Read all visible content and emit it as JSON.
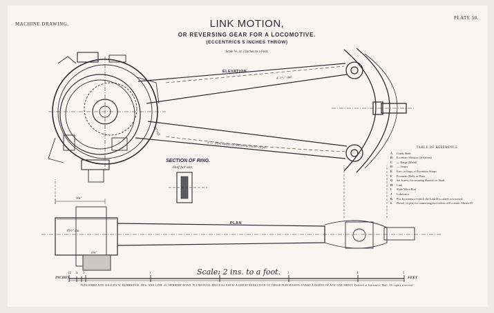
{
  "header": {
    "left": "MACHINE DRAWING.",
    "right": "PLATE 50.",
    "title": "LINK MOTION,",
    "subtitle": "OR REVERSING GEAR FOR A LOCOMOTIVE.",
    "subtitle2": "(ECCENTRICS 5 INCHES THROW)",
    "scale_note": "Scale ⅙, or 2 Inches to a Foot."
  },
  "views": {
    "elevation": "ELEVATION",
    "plan": "PLAN",
    "section_title": "SECTION OF RING.",
    "section_sub": "Half full size."
  },
  "annotations": {
    "upper_rod": "4'-1½\" rad.",
    "lower_rod": "4'-5\" from centre of Sheave to centre of pin",
    "radius_note": "10\"rad.",
    "width_dim": "9⅝\"",
    "plan_dim": "15½\" dia.",
    "plan_bottom": "6⅝\""
  },
  "reference": {
    "title": "TABLE OF REFERENCE",
    "items": [
      {
        "k": "A",
        "t": "Crank Shaft"
      },
      {
        "k": "B",
        "t": "Eccentric Sheaves (in halves)"
      },
      {
        "k": "C",
        "t": "— Rings (Metal)"
      },
      {
        "k": "D",
        "t": "— Straps"
      },
      {
        "k": "E",
        "t": "Ears, or Lugs, of Eccentric Straps"
      },
      {
        "k": "F",
        "t": "Eccentric Rods, or Bars"
      },
      {
        "k": "G",
        "t": "Set Screw, for securing Sheaves to Shaft"
      },
      {
        "k": "H",
        "t": "Link"
      },
      {
        "k": "I",
        "t": "Slide Valve Rod"
      },
      {
        "k": "J",
        "t": "Lubricator"
      },
      {
        "k": "K",
        "t": "Pin, by means of which the Link H is raised or lowered"
      },
      {
        "k": "L",
        "t": "Dowel, or pin, for connecting two halves of Eccentric Sheave D"
      }
    ]
  },
  "scale": {
    "handwritten": "Scale: 2 ins. to a foot.",
    "inches_label": "INCHES",
    "feet_label": "FEET",
    "inch_ticks": [
      "12",
      "6",
      "3"
    ],
    "foot_ticks": [
      "1",
      "2",
      "3",
      "4",
      "5"
    ]
  },
  "footer": "PUBLISHED AND SOLD BY W. BURBRIDGE, DES. AND LITH. 25, HERBERT ROAD, PLUMSTEAD. PRICE 6d. EACH. A GREAT REDUCTION TO THOSE PURCHASING EVERY A DOZEN OF ANY ONE SHEET. Entered at Stationers' Hall. All rights reserved."
}
